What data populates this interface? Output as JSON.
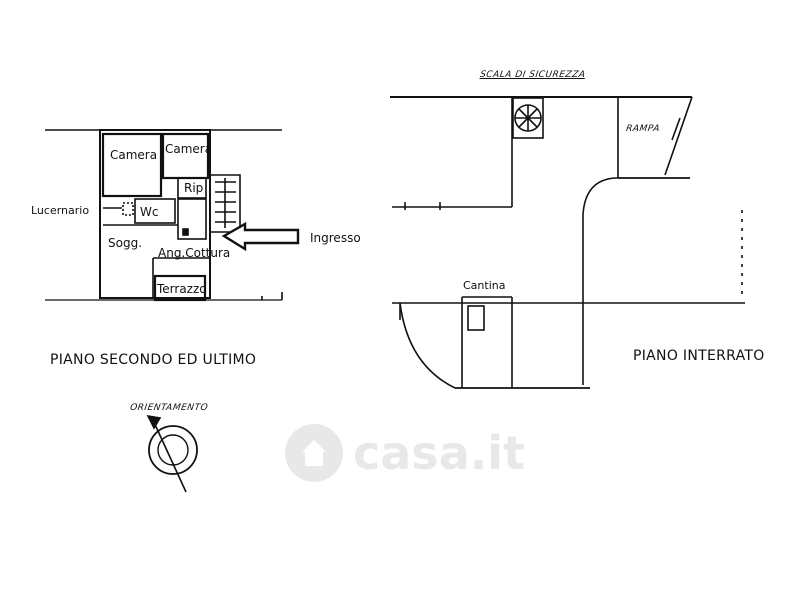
{
  "left_plan": {
    "rooms": {
      "camera_1": "Camera",
      "camera_2": "Camera",
      "rip": "Rip",
      "wc": "Wc",
      "lucernario": "Lucernario",
      "sogg": "Sogg.",
      "ang_cottura": "Ang.Cottura",
      "terrazzo": "Terrazzo",
      "ingresso": "Ingresso"
    },
    "floor_title": "PIANO SECONDO ED ULTIMO"
  },
  "right_plan": {
    "scala": "SCALA DI SICUREZZA",
    "rampa": "RAMPA",
    "cantina": "Cantina",
    "floor_title": "PIANO INTERRATO"
  },
  "orientation": {
    "label": "ORIENTAMENTO",
    "icon": "compass-icon"
  },
  "watermark": {
    "text": "casa.it",
    "icon": "house-logo-icon",
    "color": "#555555"
  }
}
